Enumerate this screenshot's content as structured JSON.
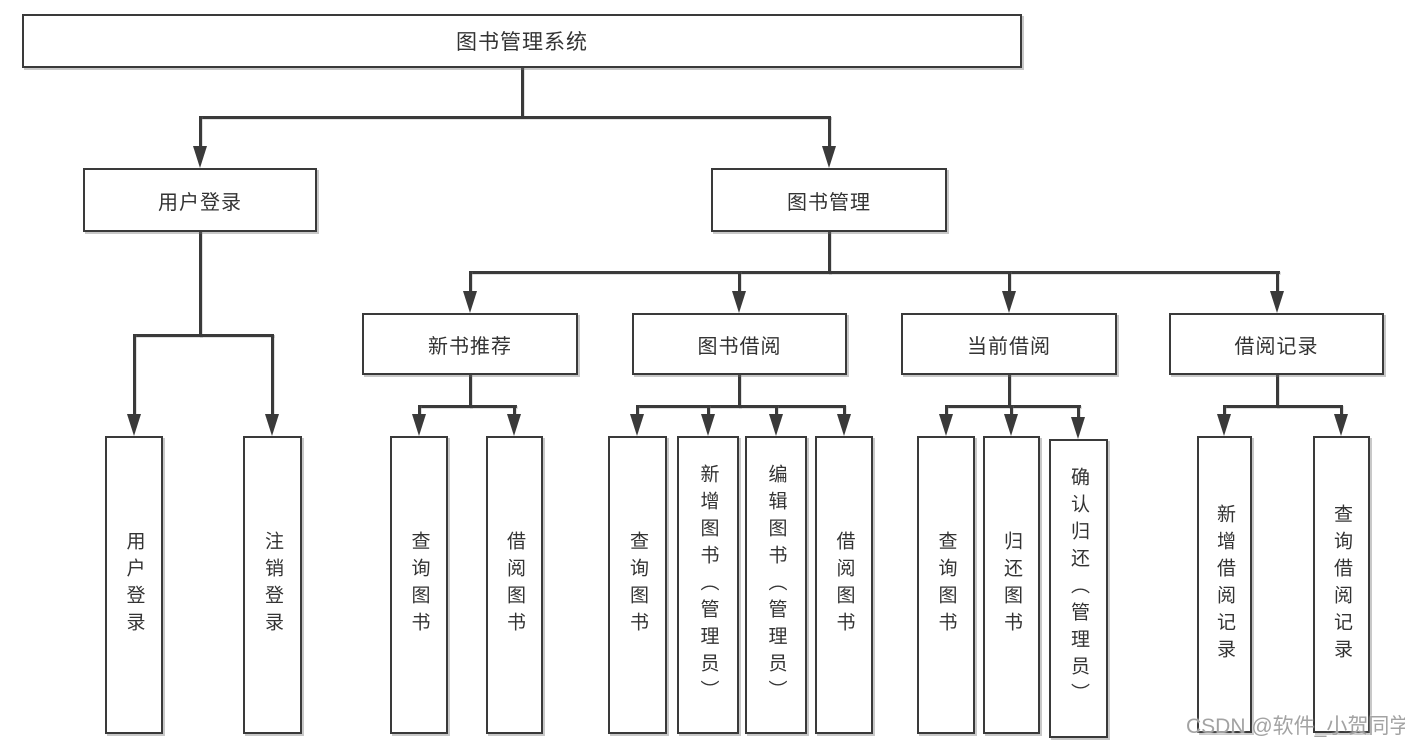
{
  "colors": {
    "line": "#3a3a3a",
    "text": "#333333",
    "watermark": "#a3a3a3",
    "background": "#ffffff"
  },
  "watermark": {
    "text": "CSDN @软件_小贺同学"
  },
  "tree": {
    "label": "图书管理系统",
    "children": [
      {
        "label": "用户登录",
        "children": [
          {
            "label": "用户登录"
          },
          {
            "label": "注销登录"
          }
        ]
      },
      {
        "label": "图书管理",
        "children": [
          {
            "label": "新书推荐",
            "children": [
              {
                "label": "查询图书"
              },
              {
                "label": "借阅图书"
              }
            ]
          },
          {
            "label": "图书借阅",
            "children": [
              {
                "label": "查询图书"
              },
              {
                "label": "新增图书（管理员）"
              },
              {
                "label": "编辑图书（管理员）"
              },
              {
                "label": "借阅图书"
              }
            ]
          },
          {
            "label": "当前借阅",
            "children": [
              {
                "label": "查询图书"
              },
              {
                "label": "归还图书"
              },
              {
                "label": "确认归还（管理员）"
              }
            ]
          },
          {
            "label": "借阅记录",
            "children": [
              {
                "label": "新增借阅记录"
              },
              {
                "label": "查询借阅记录"
              }
            ]
          }
        ]
      }
    ]
  }
}
